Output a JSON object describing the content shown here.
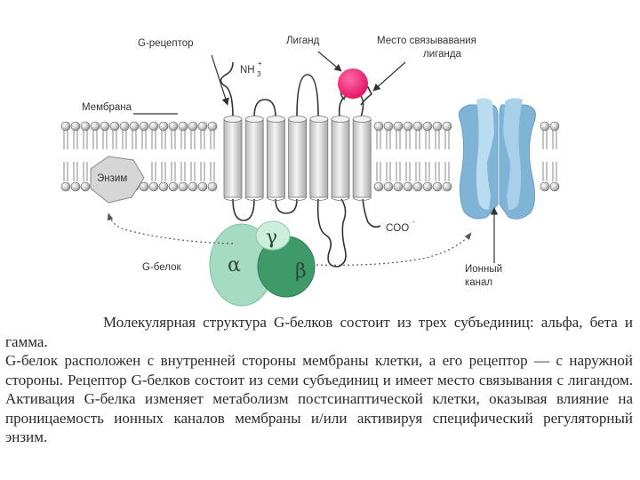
{
  "labels": {
    "g_receptor": "G-рецептор",
    "ligand": "Лиганд",
    "binding_site_line1": "Место связывавания",
    "binding_site_line2": "лиганда",
    "membrane": "Мембрана",
    "nh3": "NH",
    "nh3_sub": "3",
    "nh3_sup": "+",
    "enzyme": "Энзим",
    "coo": "COO",
    "coo_sup": "-",
    "g_protein": "G-белок",
    "ion_channel_line1": "Ионный",
    "ion_channel_line2": "канал",
    "alpha": "α",
    "beta": "β",
    "gamma": "γ"
  },
  "caption": {
    "line1": "Молекулярная структура G-белков состоит из трех субъединиц: альфа, бета и гамма.",
    "line2": "G-белок расположен с внутренней стороны мембраны клетки, а его рецептор — с наружной стороны. Рецептор G-белков состоит из семи субъединиц и имеет место связывания с лигандом. Активация G-белка изменяет метаболизм постсинаптической клетки, оказывая влияние на проницаемость ионных каналов мембраны и/или активируя специфический регуляторный энзим."
  },
  "colors": {
    "ligand": "#e8106a",
    "ion_channel": "#8fc1e0",
    "alpha": "#a7dcc4",
    "beta": "#3f9a6a",
    "gamma": "#cfeedd",
    "cylinder": "#e4e4e4"
  }
}
